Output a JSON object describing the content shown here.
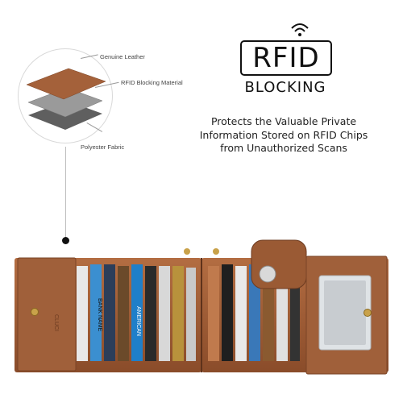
{
  "layers": {
    "genuine_leather_label": "Genuine Leather",
    "rfid_blocking_material_label": "RFID Blocking Material",
    "polyester_fabric_label": "Polyester Fabric"
  },
  "badge": {
    "rfid_label": "RFID",
    "blocking_label": "BLOCKING"
  },
  "description": "Protects the Valuable Private Information Stored on RFID Chips from Unauthorized Scans",
  "wallet": {
    "brand_text": "CLUCI",
    "card_texts": [
      "BANK NAME",
      "AMERICAN"
    ]
  },
  "colors": {
    "leather": "#a4613a",
    "leather_dark": "#7d4526",
    "leather_light": "#c07a4d",
    "rfid_material": "#8f8f8f",
    "fabric": "#6b6b6b"
  }
}
